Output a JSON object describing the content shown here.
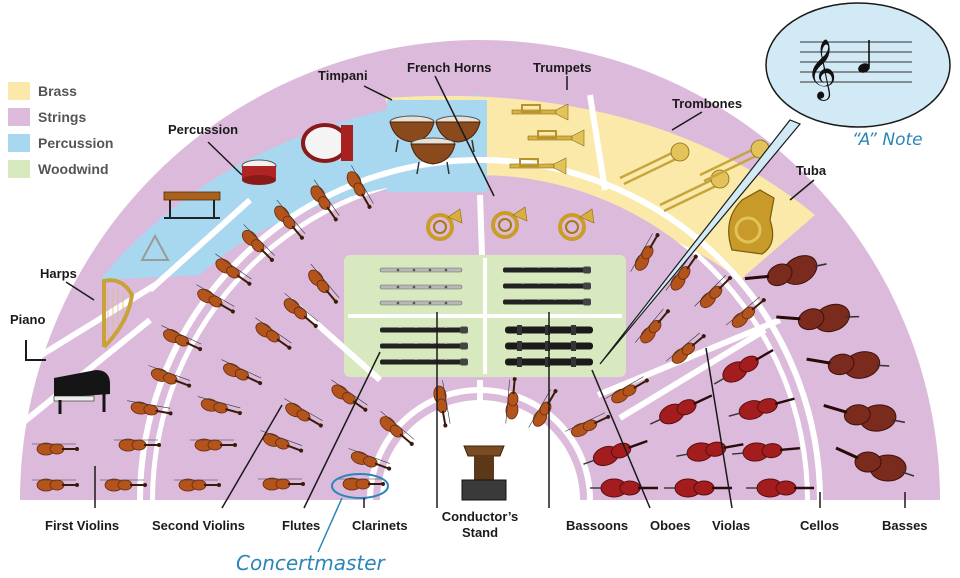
{
  "colors": {
    "brass": "#fbe9a9",
    "strings": "#dcbadb",
    "percussion": "#a8d8ef",
    "woodwind": "#d8e8bf",
    "wood": "#8a3b12",
    "cello_red": "#a31d1f",
    "annotation": "#2a86b9"
  },
  "legend": [
    {
      "key": "brass",
      "label": "Brass"
    },
    {
      "key": "strings",
      "label": "Strings"
    },
    {
      "key": "percussion",
      "label": "Percussion"
    },
    {
      "key": "woodwind",
      "label": "Woodwind"
    }
  ],
  "labels": {
    "timpani": "Timpani",
    "french_horns": "French Horns",
    "trumpets": "Trumpets",
    "trombones": "Trombones",
    "tuba": "Tuba",
    "percussion": "Percussion",
    "harps": "Harps",
    "piano": "Piano",
    "first_violins": "First Violins",
    "second_violins": "Second Violins",
    "flutes": "Flutes",
    "clarinets": "Clarinets",
    "conductors_stand_line1": "Conductor’s",
    "conductors_stand_line2": "Stand",
    "bassoons": "Bassoons",
    "oboes": "Oboes",
    "violas": "Violas",
    "cellos": "Cellos",
    "basses": "Basses"
  },
  "annotations": {
    "a_note": "“A” Note",
    "concertmaster": "Concertmaster"
  },
  "icons": [
    "timpani-icon",
    "french-horn-icon",
    "trumpet-icon",
    "trombone-icon",
    "tuba-icon",
    "snare-drum-icon",
    "bass-drum-icon",
    "triangle-icon",
    "xylophone-icon",
    "harp-icon",
    "grand-piano-icon",
    "violin-icon",
    "viola-icon",
    "cello-icon",
    "double-bass-icon",
    "flute-icon",
    "clarinet-icon",
    "oboe-icon",
    "bassoon-icon",
    "podium-icon",
    "treble-clef-icon",
    "quarter-note-icon"
  ]
}
